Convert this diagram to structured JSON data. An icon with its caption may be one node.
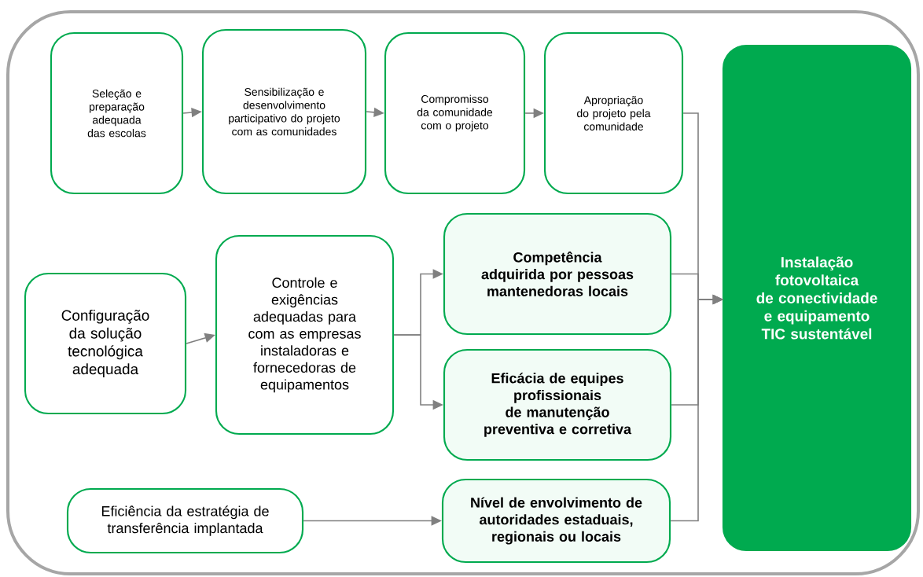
{
  "diagram": {
    "nodes": [
      {
        "text": [
          "Seleção e preparação adequada das escolas"
        ]
      },
      {
        "text": [
          "Sensibilização e desenvolvimento participativo do projeto com as comunidades"
        ]
      },
      {
        "text": [
          "Compromisso da comunidade com o projeto"
        ]
      },
      {
        "text": [
          "Apropriação do projeto pela comunidade"
        ]
      },
      {
        "text": [
          "Instalação fotovoltaica de conectividade e equipamento TIC sustentável"
        ]
      },
      {
        "text": [
          "Configuração da solução tecnológica adequada"
        ]
      },
      {
        "text": [
          "Controle e exigências adequadas para com as empresas instaladoras e fornecedoras de equipamentos"
        ]
      },
      {
        "text": [
          "Competência adquirida por pessoas mantenedoras locais"
        ]
      },
      {
        "text": [
          "Eficácia de equipes profissionais de manutenção preventiva e corretiva"
        ]
      },
      {
        "text": [
          "Eficiência da estratégia de transferência implantada"
        ]
      },
      {
        "text": [
          "Nível de envolvimento de autoridades estaduais, regionais ou locais"
        ]
      }
    ],
    "edges": [
      {
        "from": 0,
        "to": 1,
        "arrow": "to"
      },
      {
        "from": 1,
        "to": 2,
        "arrow": "to"
      },
      {
        "from": 2,
        "to": 3,
        "arrow": "to"
      },
      {
        "from": 3,
        "to": 4,
        "arrow": "to"
      },
      {
        "from": 7,
        "to": 4,
        "arrow": "to"
      },
      {
        "from": 8,
        "to": 4,
        "arrow": "to"
      },
      {
        "from": 10,
        "to": 4,
        "arrow": "to"
      },
      {
        "from": 5,
        "to": 6,
        "arrow": "to"
      },
      {
        "from": 6,
        "to": 7,
        "arrow": "to"
      },
      {
        "from": 6,
        "to": 8,
        "arrow": "to"
      },
      {
        "from": 9,
        "to": 10,
        "arrow": "to"
      }
    ]
  }
}
